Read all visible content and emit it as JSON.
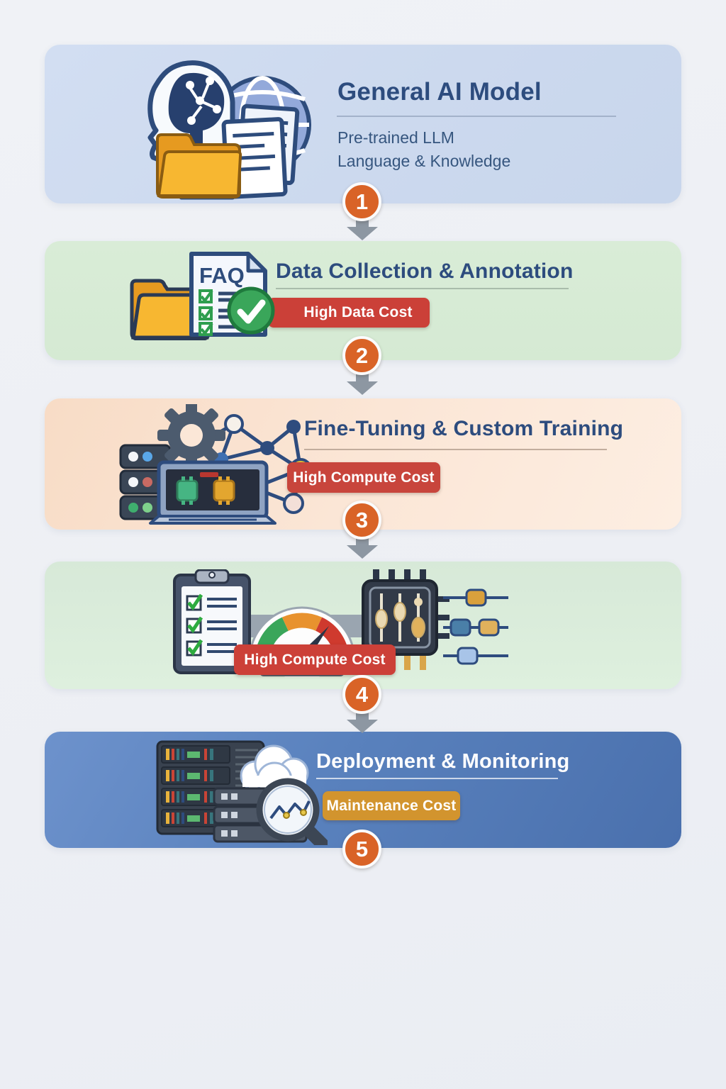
{
  "page": {
    "background": "#eef0f4",
    "accent": {
      "step_circle": "#d96327",
      "arrow": "#8d97a2",
      "title_blue": "#2d4c7e"
    }
  },
  "steps": [
    {
      "number": "1",
      "title": "General AI Model",
      "subtitle1": "Pre-trained LLM",
      "subtitle2": "Language & Knowledge",
      "card_color": "#cdd9ee",
      "icons": [
        "ai-brain-head-icon",
        "globe-icon",
        "folder-icon",
        "documents-icon"
      ]
    },
    {
      "number": "2",
      "title": "Data Collection & Annotation",
      "badge": "High Data Cost",
      "badge_color": "#cb4038",
      "doc_label": "FAQ",
      "card_color": "#d8ecd6",
      "icons": [
        "folder-icon",
        "faq-checklist-document-icon",
        "check-circle-icon"
      ]
    },
    {
      "number": "3",
      "title": "Fine-Tuning & Custom Training",
      "badge": "High Compute Cost",
      "badge_color": "#c8453c",
      "card_color": "#fae3d1",
      "icons": [
        "gear-icon",
        "network-graph-icon",
        "server-tower-icon",
        "laptop-chips-icon"
      ]
    },
    {
      "number": "4",
      "title": "",
      "badge": "High Compute Cost",
      "badge_color": "#cc4038",
      "card_color": "#dbedda",
      "icons": [
        "clipboard-checklist-icon",
        "gauge-icon",
        "chip-sliders-icon",
        "slider-controls-icon"
      ]
    },
    {
      "number": "5",
      "title": "Deployment & Monitoring",
      "badge": "Maintenance Cost",
      "badge_color": "#d2942e",
      "card_color": "#5981bd",
      "icons": [
        "server-rack-icon",
        "cloud-icon",
        "server-stack-icon",
        "magnifier-chart-icon"
      ]
    }
  ]
}
